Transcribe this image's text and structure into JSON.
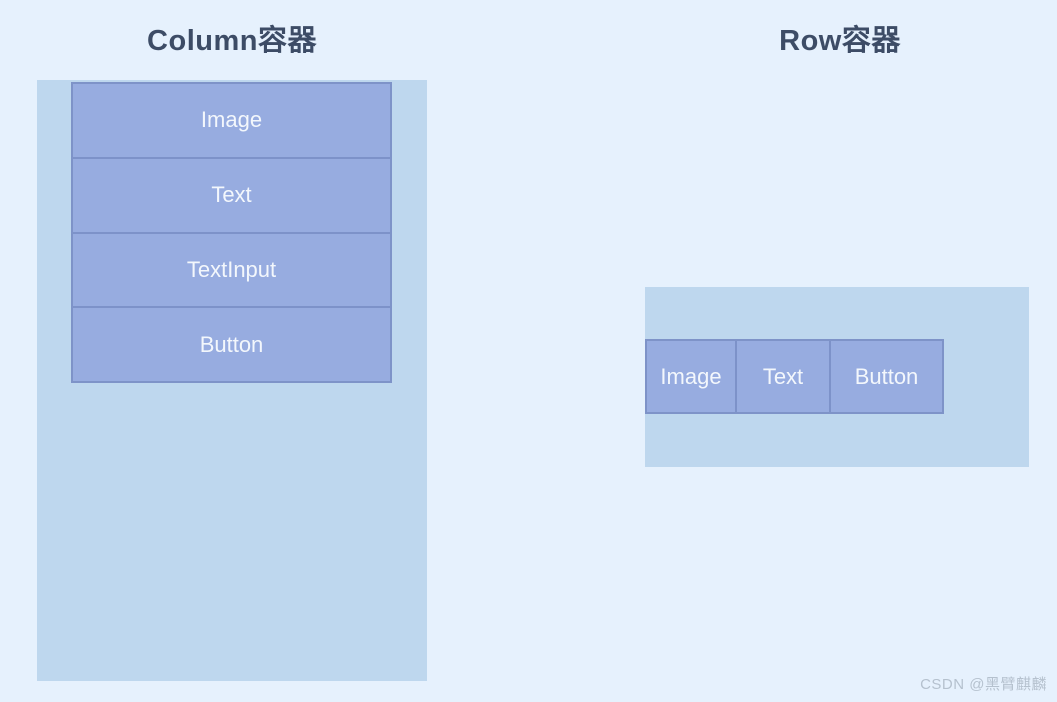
{
  "page": {
    "watermark": "CSDN @黑臂麒麟"
  },
  "column_section": {
    "title": "Column容器",
    "items": [
      {
        "label": "Image"
      },
      {
        "label": "Text"
      },
      {
        "label": "TextInput"
      },
      {
        "label": "Button"
      }
    ]
  },
  "row_section": {
    "title": "Row容器",
    "items": [
      {
        "label": "Image"
      },
      {
        "label": "Text"
      },
      {
        "label": "Button"
      }
    ]
  },
  "colors": {
    "page_background": "#e6f1fd",
    "container_fill": "#bed7ee",
    "item_fill": "#97ace0",
    "item_border": "#7e93c8",
    "title_text": "#3d4c66",
    "item_text": "#f3f7fc",
    "watermark_text": "#b5c1ce"
  }
}
